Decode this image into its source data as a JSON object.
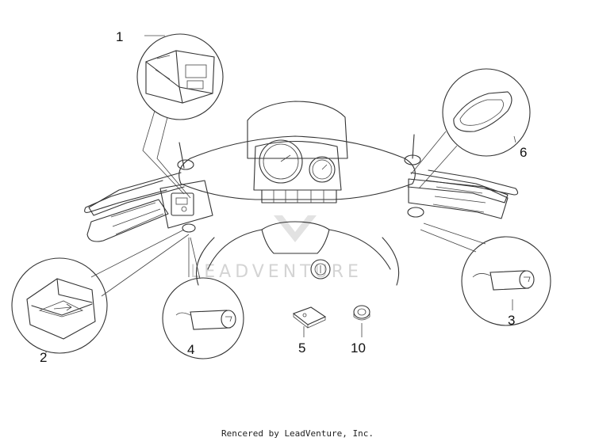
{
  "diagram": {
    "callouts": [
      {
        "id": "1",
        "label": "1"
      },
      {
        "id": "2",
        "label": "2"
      },
      {
        "id": "3",
        "label": "3"
      },
      {
        "id": "4",
        "label": "4"
      },
      {
        "id": "5",
        "label": "5"
      },
      {
        "id": "6",
        "label": "6"
      },
      {
        "id": "10",
        "label": "10"
      }
    ],
    "watermark": "LEADVENTURE",
    "footer": "Rencered by LeadVenture, Inc."
  }
}
